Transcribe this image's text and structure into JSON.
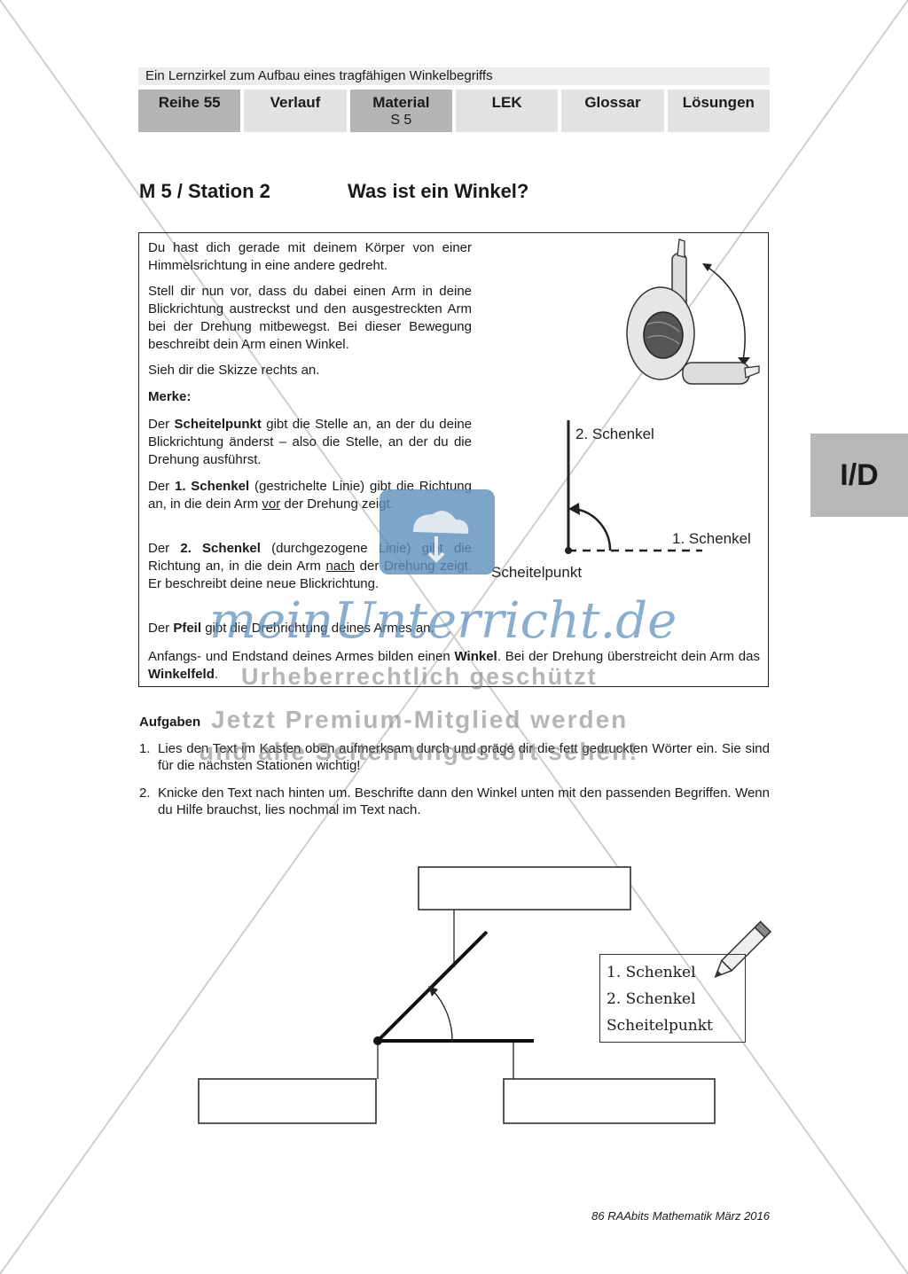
{
  "header": {
    "series_title": "Ein Lernzirkel zum Aufbau eines tragfähigen Winkelbegriffs",
    "tabs": [
      {
        "label": "Reihe 55",
        "sub": ""
      },
      {
        "label": "Verlauf",
        "sub": ""
      },
      {
        "label": "Material",
        "sub": "S 5"
      },
      {
        "label": "LEK",
        "sub": ""
      },
      {
        "label": "Glossar",
        "sub": ""
      },
      {
        "label": "Lösungen",
        "sub": ""
      }
    ]
  },
  "side_tab": "I/D",
  "heading": {
    "station": "M 5 / Station 2",
    "question": "Was ist ein Winkel?"
  },
  "box": {
    "p1": "Du hast dich gerade mit deinem Körper von einer Himmelsrichtung in eine andere gedreht.",
    "p2": "Stell dir nun vor, dass du dabei einen Arm in deine Blickrichtung austreckst und den ausgestreckten Arm bei der Drehung mitbewegst. Bei dieser Bewegung beschreibt dein Arm einen Winkel.",
    "p3": "Sieh dir die Skizze rechts an.",
    "merke": "Merke:",
    "p4a": "Der ",
    "p4b": "Scheitelpunkt",
    "p4c": " gibt die Stelle an, an der du deine Blickrichtung änderst – also die Stelle, an der du die Drehung ausführst.",
    "p5a": "Der ",
    "p5b": "1. Schenkel",
    "p5c": " (gestrichelte Linie) gibt die Richtung an, in die dein Arm ",
    "p5d": "vor",
    "p5e": " der Drehung zeigt.",
    "p6a": "Der ",
    "p6b": "2. Schenkel",
    "p6c": " (durchgezogene Linie) gibt die Richtung an, in die dein Arm ",
    "p6d": "nach",
    "p6e": " der Drehung zeigt. Er beschreibt deine neue Blickrichtung.",
    "p7a": "Der ",
    "p7b": "Pfeil",
    "p7c": " gibt die Drehrichtung deines Armes an.",
    "p8a": "Anfangs- und Endstand deines Armes bilden einen ",
    "p8b": "Winkel",
    "p8c": ". Bei der Drehung überstreicht dein Arm das ",
    "p8d": "Winkelfeld",
    "p8e": ".",
    "sketch": {
      "label_leg2": "2. Schenkel",
      "label_leg1": "1. Schenkel",
      "label_vertex": "Scheitelpunkt"
    }
  },
  "tasks": {
    "heading": "Aufgaben",
    "items": [
      {
        "num": "1.",
        "text": "Lies den Text im Kasten oben aufmerksam durch und präge dir die fett gedruckten Wörter ein. Sie sind für die nächsten Stationen wichtig!"
      },
      {
        "num": "2.",
        "text": "Knicke den Text nach hinten um. Beschrifte dann den Winkel unten mit den passenden Begriffen. Wenn du Hilfe brauchst, lies nochmal im Text nach."
      }
    ]
  },
  "word_box": [
    "1. Schenkel",
    "2. Schenkel",
    "Scheitelpunkt"
  ],
  "watermark": {
    "logo": "meinUnterricht.de",
    "line1": "Urheberrechtlich geschützt",
    "line2": "Jetzt Premium-Mitglied werden",
    "line3": "und alle Seiten ungestört sehen!"
  },
  "footer": "86 RAAbits Mathematik März 2016"
}
